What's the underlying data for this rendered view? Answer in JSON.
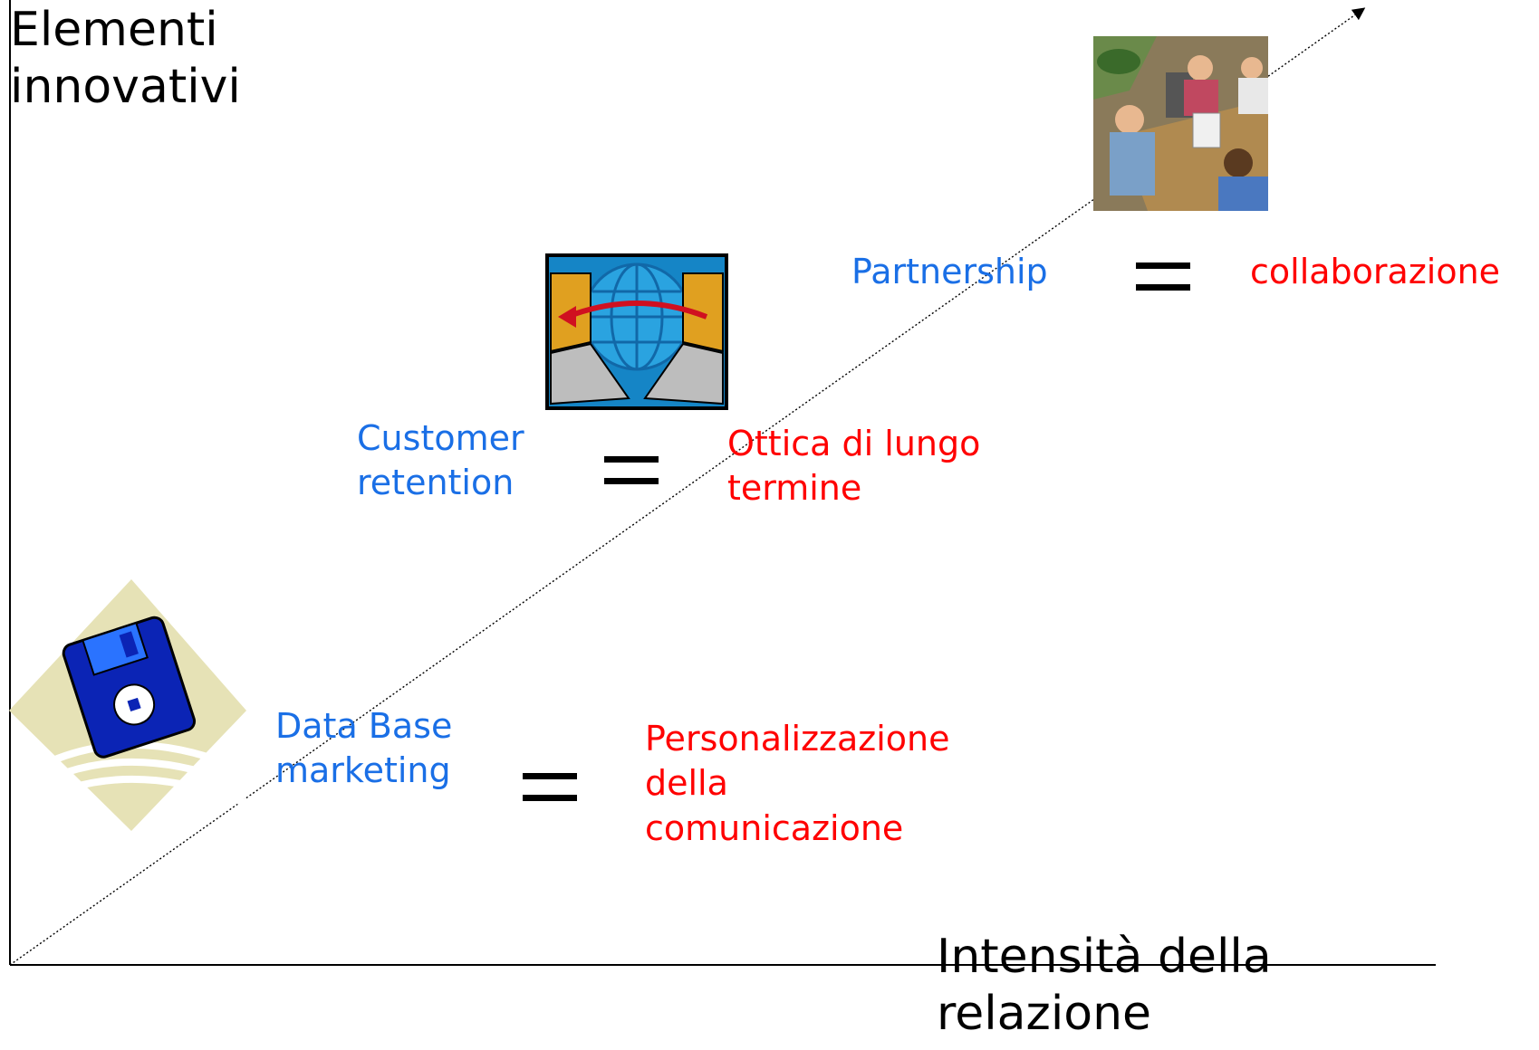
{
  "axes": {
    "y_label_line1": "Elementi",
    "y_label_line2": "innovativi",
    "x_label_line1": "Intensità della",
    "x_label_line2": "relazione"
  },
  "steps": [
    {
      "term_line1": "Data Base",
      "term_line2": "marketing",
      "meaning_line1": "Personalizzazione",
      "meaning_line2": "della",
      "meaning_line3": "comunicazione",
      "icon": "floppy-disk-icon"
    },
    {
      "term_line1": "Customer",
      "term_line2": "retention",
      "meaning_line1": "Ottica di lungo",
      "meaning_line2": "termine",
      "icon": "network-computers-icon"
    },
    {
      "term_line1": "Partnership",
      "meaning_line1": "collaborazione",
      "icon": "business-meeting-icon"
    }
  ],
  "colors": {
    "term": "#1a6fe6",
    "meaning": "#ff0000",
    "axis": "#000000"
  }
}
